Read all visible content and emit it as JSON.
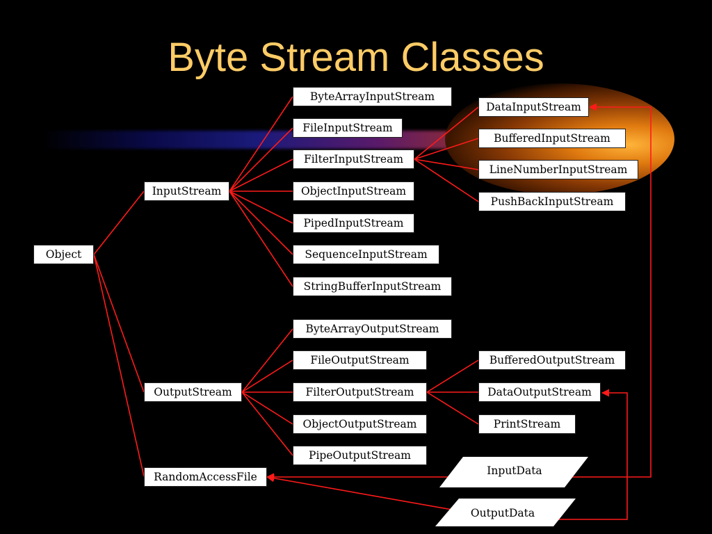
{
  "slide": {
    "title": "Byte Stream Classes"
  },
  "nodes": {
    "object": "Object",
    "input_stream": "InputStream",
    "output_stream": "OutputStream",
    "random_access_file": "RandomAccessFile",
    "byte_array_input_stream": "ByteArrayInputStream",
    "file_input_stream": "FileInputStream",
    "filter_input_stream": "FilterInputStream",
    "object_input_stream": "ObjectInputStream",
    "piped_input_stream": "PipedInputStream",
    "sequence_input_stream": "SequenceInputStream",
    "string_buffer_input_stream": "StringBufferInputStream",
    "data_input_stream": "DataInputStream",
    "buffered_input_stream": "BufferedInputStream",
    "line_number_input_stream": "LineNumberInputStream",
    "push_back_input_stream": "PushBackInputStream",
    "byte_array_output_stream": "ByteArrayOutputStream",
    "file_output_stream": "FileOutputStream",
    "filter_output_stream": "FilterOutputStream",
    "object_output_stream": "ObjectOutputStream",
    "pipe_output_stream": "PipeOutputStream",
    "buffered_output_stream": "BufferedOutputStream",
    "data_output_stream": "DataOutputStream",
    "print_stream": "PrintStream",
    "input_data": "InputData",
    "output_data": "OutputData"
  },
  "colors": {
    "background": "#000000",
    "title": "#ffcc66",
    "connector": "#ff1a1a",
    "box": "#ffffff"
  }
}
